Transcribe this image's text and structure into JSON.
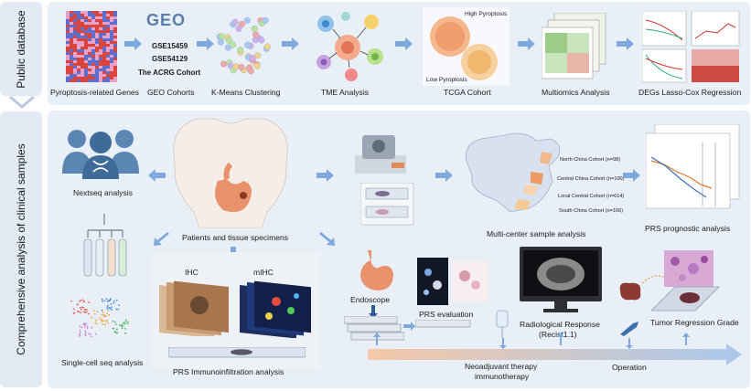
{
  "sections": {
    "top_title": "Public database",
    "bottom_title": "Comprehensive analysis of clinical samples"
  },
  "top_row": {
    "pyroptosis_genes": "Pyroptosis-related Genes",
    "geo_logo": "GEO",
    "geo_ids": [
      "GSE15459",
      "GSE54129",
      "The ACRG Cohort"
    ],
    "geo_cohorts": "GEO Cohorts",
    "kmeans": "K-Means Clustering",
    "tme": "TME Analysis",
    "high_pyroptosis": "High Pyroptosis",
    "low_pyroptosis": "Low Pyroptosis",
    "tcga": "TCGA Cohort",
    "multiomics": "Multiomics Analysis",
    "degs": "DEGs Lasso-Cox Regression"
  },
  "clinical": {
    "nextseq": "Nextseq analysis",
    "patients": "Patients and tissue specimens",
    "ihc": "IHC",
    "mihc": "mIHC",
    "prs_immuno": "PRS Immunoinfiltration analysis",
    "single_cell": "Single-cell seq analysis",
    "cohorts": [
      "North China Cohort (n=98)",
      "Central China Cohort (n=100)",
      "Local Central Cohort (n=614)",
      "South China Cohort (n=166)"
    ],
    "multicenter": "Multi-center sample analysis",
    "prs_prognostic": "PRS prognostic analysis",
    "endoscope": "Endoscope",
    "prs_evaluation": "PRS evaluation",
    "radiological": "Radiological Response",
    "recist": "(Recist1.1)",
    "trg": "Tumor Regression Grade",
    "neoadjuvant": "Neoadjuvant therapy",
    "immunotherapy": "immunotherapy",
    "operation": "Operation"
  },
  "colors": {
    "panel": "#e9eff7",
    "side": "#e2eaf4",
    "arrow": "#7fa8dc",
    "gradient_start": "#f5c8a8",
    "gradient_end": "#a9c8ec"
  }
}
